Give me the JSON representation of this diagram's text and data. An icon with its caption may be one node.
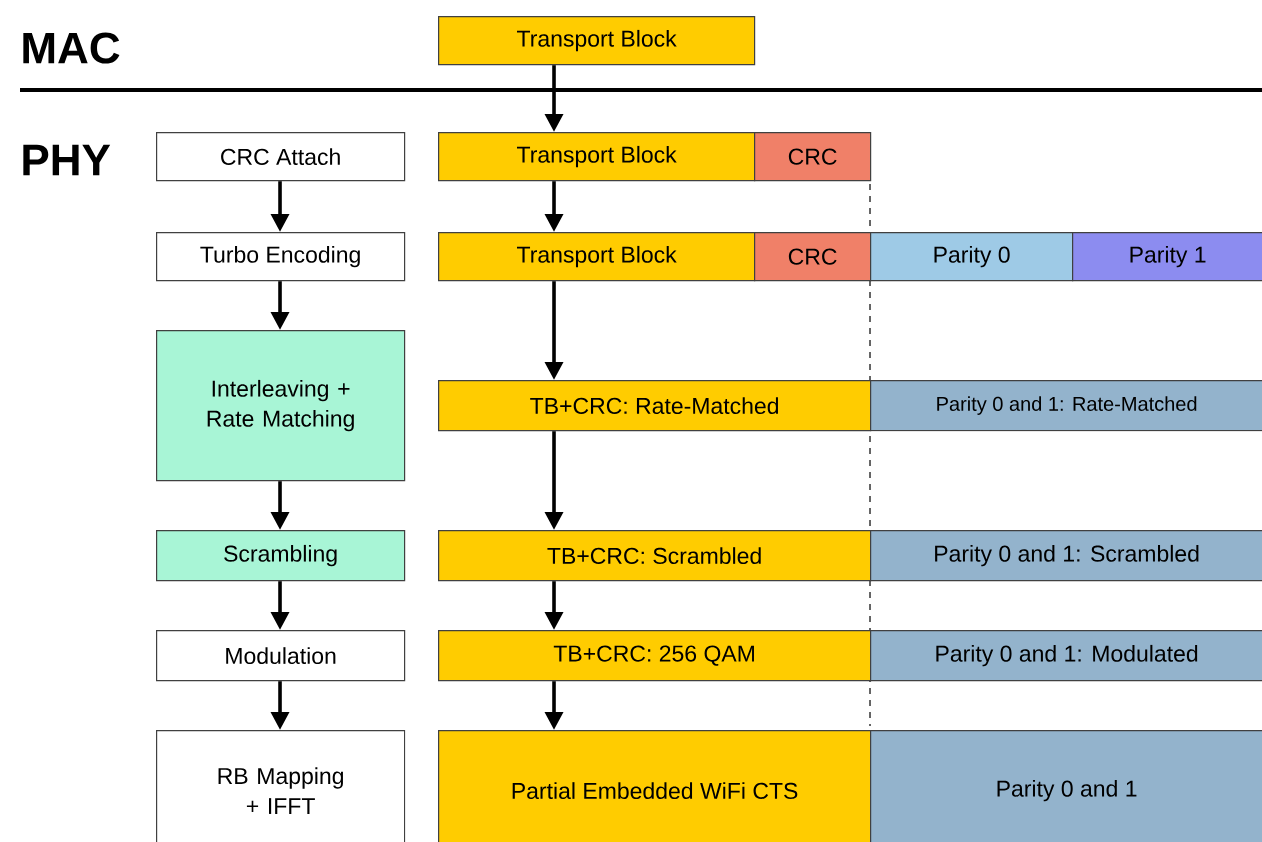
{
  "diagram": {
    "nodes": [
      {
        "text": [
          "Transport Block"
        ]
      },
      {
        "text": [
          "CRC Attach"
        ]
      },
      {
        "text": [
          "Transport Block"
        ]
      },
      {
        "text": [
          "CRC"
        ]
      },
      {
        "text": [
          "Turbo Encoding"
        ]
      },
      {
        "text": [
          "Transport Block"
        ]
      },
      {
        "text": [
          "CRC"
        ]
      },
      {
        "text": [
          "Parity 0"
        ]
      },
      {
        "text": [
          "Parity 1"
        ]
      },
      {
        "text": [
          "Interleaving + Rate Matching"
        ]
      },
      {
        "text": [
          "TB+CRC: Rate-Matched"
        ]
      },
      {
        "text": [
          "Parity 0 and 1: Rate-Matched"
        ]
      },
      {
        "text": [
          "Scrambling"
        ]
      },
      {
        "text": [
          "TB+CRC: Scrambled"
        ]
      },
      {
        "text": [
          "Parity 0 and 1: Scrambled"
        ]
      },
      {
        "text": [
          "Modulation"
        ]
      },
      {
        "text": [
          "TB+CRC: 256 QAM"
        ]
      },
      {
        "text": [
          "Parity 0 and 1: Modulated"
        ]
      },
      {
        "text": [
          "RB Mapping + IFFT"
        ]
      },
      {
        "text": [
          "Partial Embedded WiFi CTS"
        ]
      },
      {
        "text": [
          "Parity 0 and 1"
        ]
      }
    ],
    "edges": [
      {
        "from": 1,
        "to": 4,
        "arrow": "to"
      },
      {
        "from": 4,
        "to": 9,
        "arrow": "to"
      },
      {
        "from": 9,
        "to": 12,
        "arrow": "to"
      },
      {
        "from": 12,
        "to": 15,
        "arrow": "to"
      },
      {
        "from": 15,
        "to": 18,
        "arrow": "to"
      },
      {
        "from": 0,
        "to": 2,
        "arrow": "to"
      },
      {
        "from": 2,
        "to": 5,
        "arrow": "to"
      },
      {
        "from": 5,
        "to": 10,
        "arrow": "to"
      },
      {
        "from": 10,
        "to": 13,
        "arrow": "to"
      },
      {
        "from": 13,
        "to": 16,
        "arrow": "to"
      },
      {
        "from": 16,
        "to": 19,
        "arrow": "to"
      }
    ],
    "labels": [
      "MAC",
      "PHY"
    ]
  }
}
